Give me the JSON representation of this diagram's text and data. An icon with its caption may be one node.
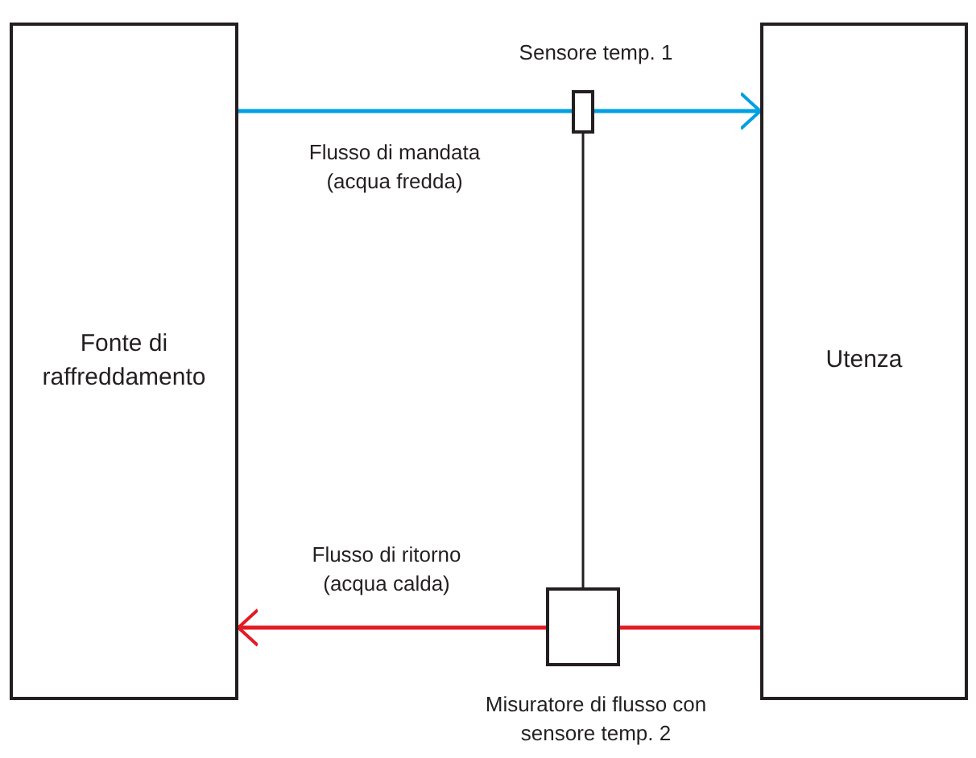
{
  "diagram": {
    "nodes": [
      {
        "text": [
          "Fonte di raffreddamento"
        ]
      },
      {
        "text": [
          "Utenza"
        ]
      },
      {
        "text": [],
        "shape": "box",
        "beside": [
          "Sensore temp. 1"
        ]
      },
      {
        "text": [],
        "shape": "box",
        "beside": [
          "Misuratore di flusso con sensore temp. 2"
        ]
      }
    ],
    "edges": [
      {
        "from": 0,
        "to": 2,
        "arrow": "none",
        "color": "#00a0e3"
      },
      {
        "from": 2,
        "to": 1,
        "arrow": "to",
        "color": "#00a0e3"
      },
      {
        "from": 1,
        "to": 3,
        "arrow": "none",
        "color": "#e31b23"
      },
      {
        "from": 3,
        "to": 0,
        "arrow": "to",
        "color": "#e31b23"
      },
      {
        "from": 2,
        "to": 3,
        "arrow": "none",
        "color": "#231f20"
      }
    ],
    "labels": [
      "Flusso di mandata (acqua fredda)",
      "Flusso di ritorno (acqua calda)"
    ]
  }
}
